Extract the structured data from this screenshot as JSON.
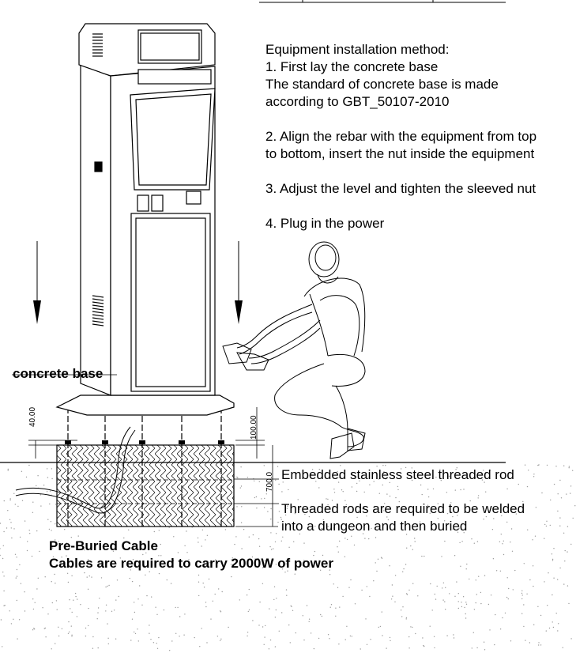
{
  "instructions": {
    "title": "Equipment installation method:",
    "step1_line1": "1. First lay the concrete base",
    "step1_line2": "The standard of concrete base is made",
    "step1_line3": "according to GBT_50107-2010",
    "step2_line1": "2. Align the rebar with the equipment from top",
    "step2_line2": "to bottom, insert the nut inside the equipment",
    "step3": "3. Adjust the level and tighten the sleeved nut",
    "step4": "4. Plug in the power"
  },
  "labels": {
    "concrete_base": "concrete base",
    "embedded_rod": "Embedded stainless steel threaded rod",
    "threaded_rods_line1": "Threaded rods are required to be welded",
    "threaded_rods_line2": "into a dungeon and then buried",
    "cable_line1": "Pre-Buried Cable",
    "cable_line2": "Cables are required to carry 2000W of power"
  },
  "dimensions": {
    "d40": "40.00",
    "d100": "100.00",
    "d700": "700.0"
  },
  "colors": {
    "line": "#000000",
    "ground_dots": "#9a9a9a",
    "background": "#ffffff"
  }
}
